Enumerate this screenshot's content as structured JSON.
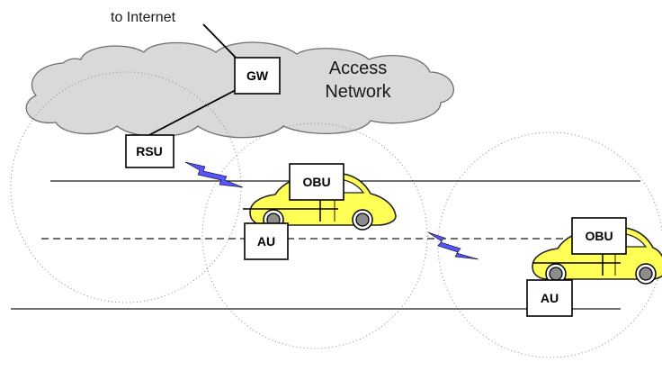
{
  "labels": {
    "internet": "to Internet",
    "access_network_line1": "Access",
    "access_network_line2": "Network",
    "gw": "GW",
    "rsu": "RSU",
    "obu_left": "OBU",
    "au_left": "AU",
    "obu_right": "OBU",
    "au_right": "AU"
  },
  "colors": {
    "cloud_fill": "#d9d9d9",
    "car_fill": "#ffff55",
    "wireless_link": "#5555ff"
  },
  "icons": [
    "cloud-icon",
    "car-icon",
    "wireless-link-icon"
  ]
}
